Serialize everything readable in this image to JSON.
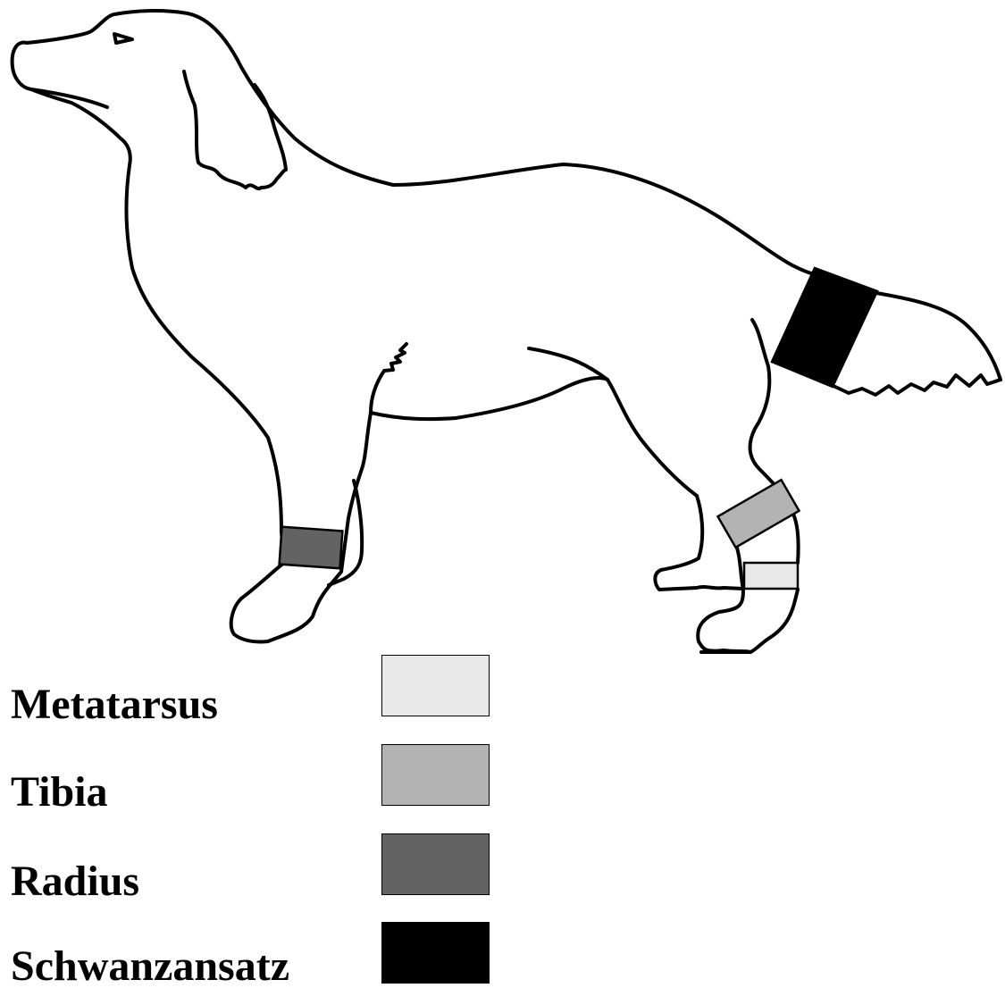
{
  "legend": [
    {
      "label": "Metatarsus",
      "color": "#e8e8e8"
    },
    {
      "label": "Tibia",
      "color": "#b3b3b3"
    },
    {
      "label": "Radius",
      "color": "#636363"
    },
    {
      "label": "Schwanzansatz",
      "color": "#000000"
    }
  ]
}
